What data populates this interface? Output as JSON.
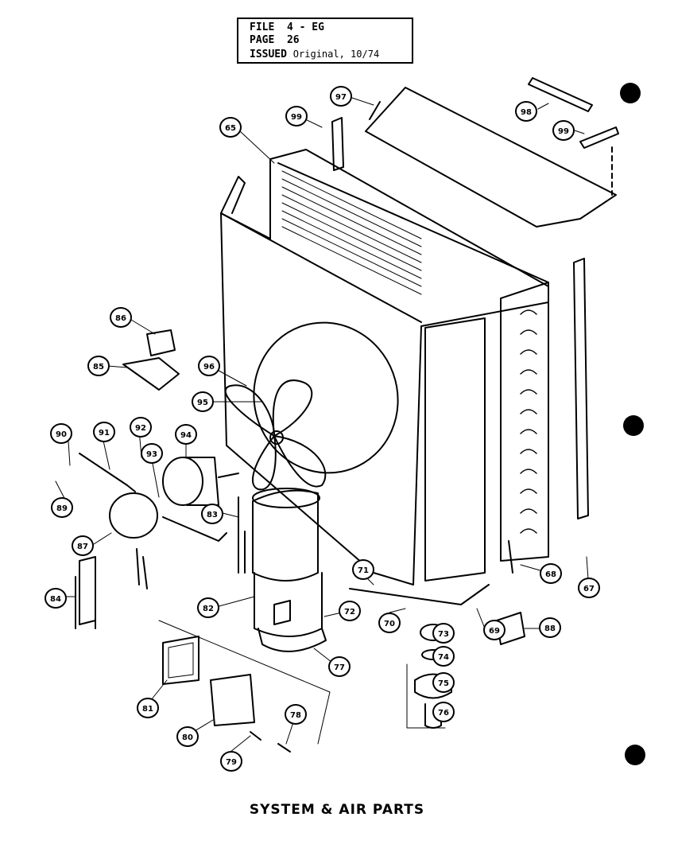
{
  "header": {
    "file_label": "FILE",
    "file_value": "4 - EG",
    "page_label": "PAGE",
    "page_value": "26",
    "issued_label": "ISSUED",
    "issued_value": "Original, 10/74"
  },
  "caption": "SYSTEM & AIR PARTS",
  "callouts": [
    "65",
    "99",
    "97",
    "98",
    "99",
    "86",
    "85",
    "96",
    "95",
    "90",
    "91",
    "92",
    "94",
    "93",
    "89",
    "83",
    "87",
    "84",
    "82",
    "71",
    "70",
    "72",
    "73",
    "74",
    "75",
    "76",
    "77",
    "69",
    "68",
    "67",
    "88",
    "81",
    "80",
    "78",
    "79"
  ]
}
